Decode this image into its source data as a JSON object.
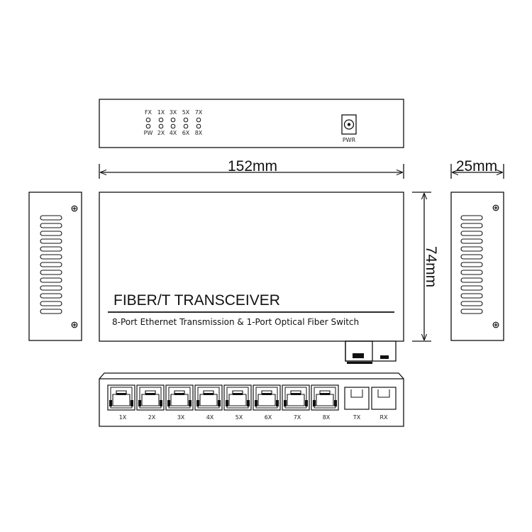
{
  "front_panel": {
    "led_top": [
      "FX",
      "1X",
      "3X",
      "5X",
      "7X"
    ],
    "led_bottom": [
      "PW",
      "2X",
      "4X",
      "6X",
      "8X"
    ],
    "power_label": "PWR"
  },
  "dimensions": {
    "width": "152mm",
    "depth": "25mm",
    "height": "74mm"
  },
  "top_view": {
    "title": "FIBER/T TRANSCEIVER",
    "subtitle": "8-Port Ethernet Transmission & 1-Port Optical Fiber Switch"
  },
  "rear_panel": {
    "ports": [
      "1X",
      "2X",
      "3X",
      "4X",
      "5X",
      "6X",
      "7X",
      "8X"
    ],
    "fiber_ports": [
      "TX",
      "RX"
    ]
  }
}
